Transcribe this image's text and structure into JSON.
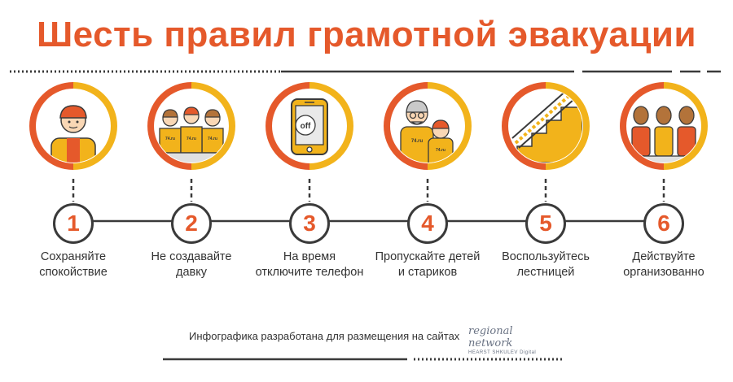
{
  "title": "Шесть правил грамотной эвакуации",
  "colors": {
    "accent": "#e5592b",
    "yellow": "#f2b31b",
    "dark": "#3a3a3a"
  },
  "steps": [
    {
      "number": "1",
      "line1": "Сохраняйте",
      "line2": "спокойствие",
      "icon": "calm-person-icon"
    },
    {
      "number": "2",
      "line1": "Не создавайте",
      "line2": "давку",
      "icon": "crowd-icon",
      "shirt_text": "74.ru"
    },
    {
      "number": "3",
      "line1": "На время",
      "line2": "отключите телефон",
      "icon": "phone-off-icon",
      "screen_text": "off"
    },
    {
      "number": "4",
      "line1": "Пропускайте детей",
      "line2": "и стариков",
      "icon": "elder-child-icon",
      "shirt_text": "74.ru"
    },
    {
      "number": "5",
      "line1": "Воспользуйтесь",
      "line2": "лестницей",
      "icon": "stairs-icon"
    },
    {
      "number": "6",
      "line1": "Действуйте",
      "line2": "организованно",
      "icon": "queue-icon"
    }
  ],
  "footer": {
    "text": "Инфографика разработана для размещения на сайтах",
    "logo_line1": "regional network",
    "logo_line2": "HEARST SHKULEV Digital"
  }
}
